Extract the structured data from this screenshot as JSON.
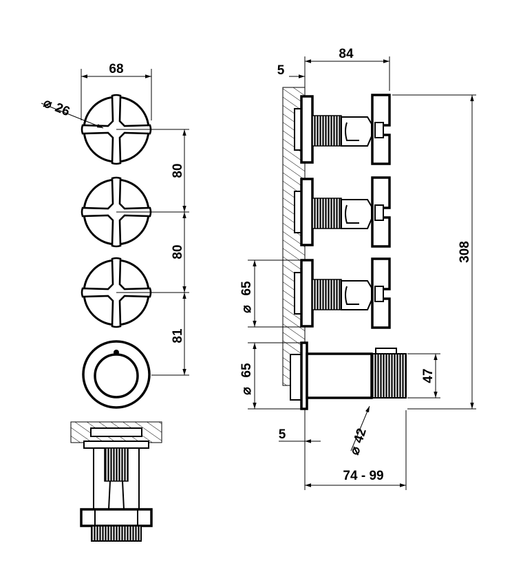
{
  "dimensions": {
    "knob_width": "68",
    "knob_diameter": "26",
    "spacing_1": "80",
    "spacing_2": "80",
    "spacing_3": "81",
    "wall_thickness_top": "5",
    "projection_depth": "84",
    "total_height": "308",
    "rosette_diameter_1": "65",
    "rosette_diameter_2": "65",
    "spout_height": "47",
    "wall_thickness_bottom": "5",
    "spout_diameter": "42",
    "spout_length_range": "74 - 99"
  },
  "symbols": {
    "diameter": "⌀"
  }
}
